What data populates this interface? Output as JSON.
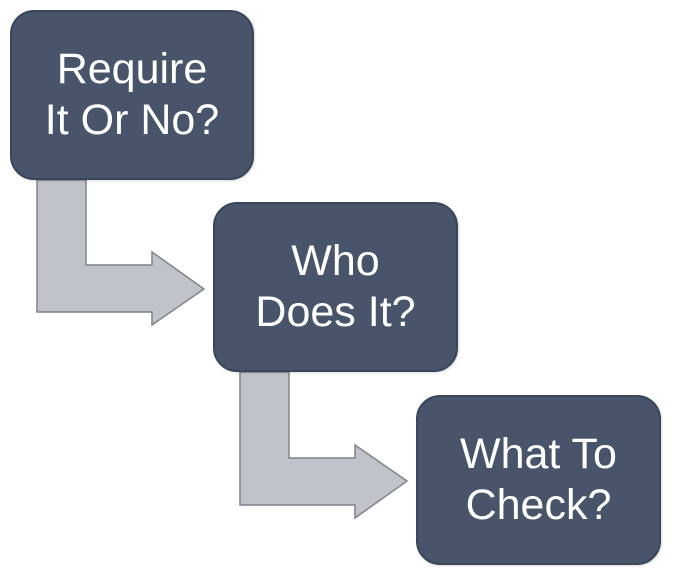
{
  "colors": {
    "box_fill": "#475469",
    "box_text": "#ffffff",
    "arrow_fill": "#c0c3c9",
    "arrow_stroke": "#7f838a"
  },
  "steps": [
    {
      "line1": "Require",
      "line2": "It Or No?"
    },
    {
      "line1": "Who",
      "line2": "Does It?"
    },
    {
      "line1": "What To",
      "line2": "Check?"
    }
  ]
}
